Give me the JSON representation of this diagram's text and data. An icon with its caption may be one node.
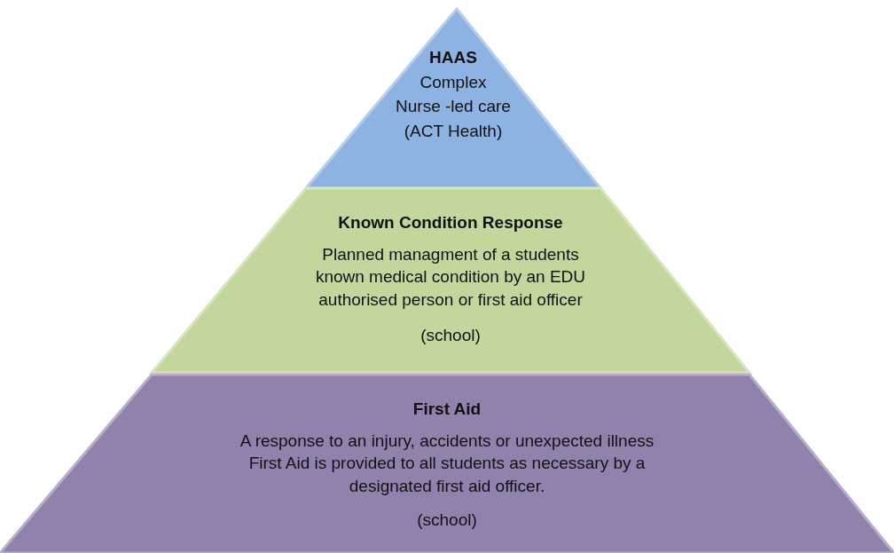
{
  "diagram": {
    "nodes": [
      {
        "text": [
          "HAAS",
          "Complex",
          "Nurse -led care",
          "(ACT Health)"
        ]
      },
      {
        "text": [
          "Known Condition Response",
          "Planned managment of a students known medical condition by an EDU authorised person or first aid officer",
          "(school)"
        ]
      },
      {
        "text": [
          "First Aid",
          "A response to an injury, accidents or unexpected illness",
          "First Aid is provided to all students as necessary by a designated first aid officer.",
          "(school)"
        ]
      }
    ]
  }
}
